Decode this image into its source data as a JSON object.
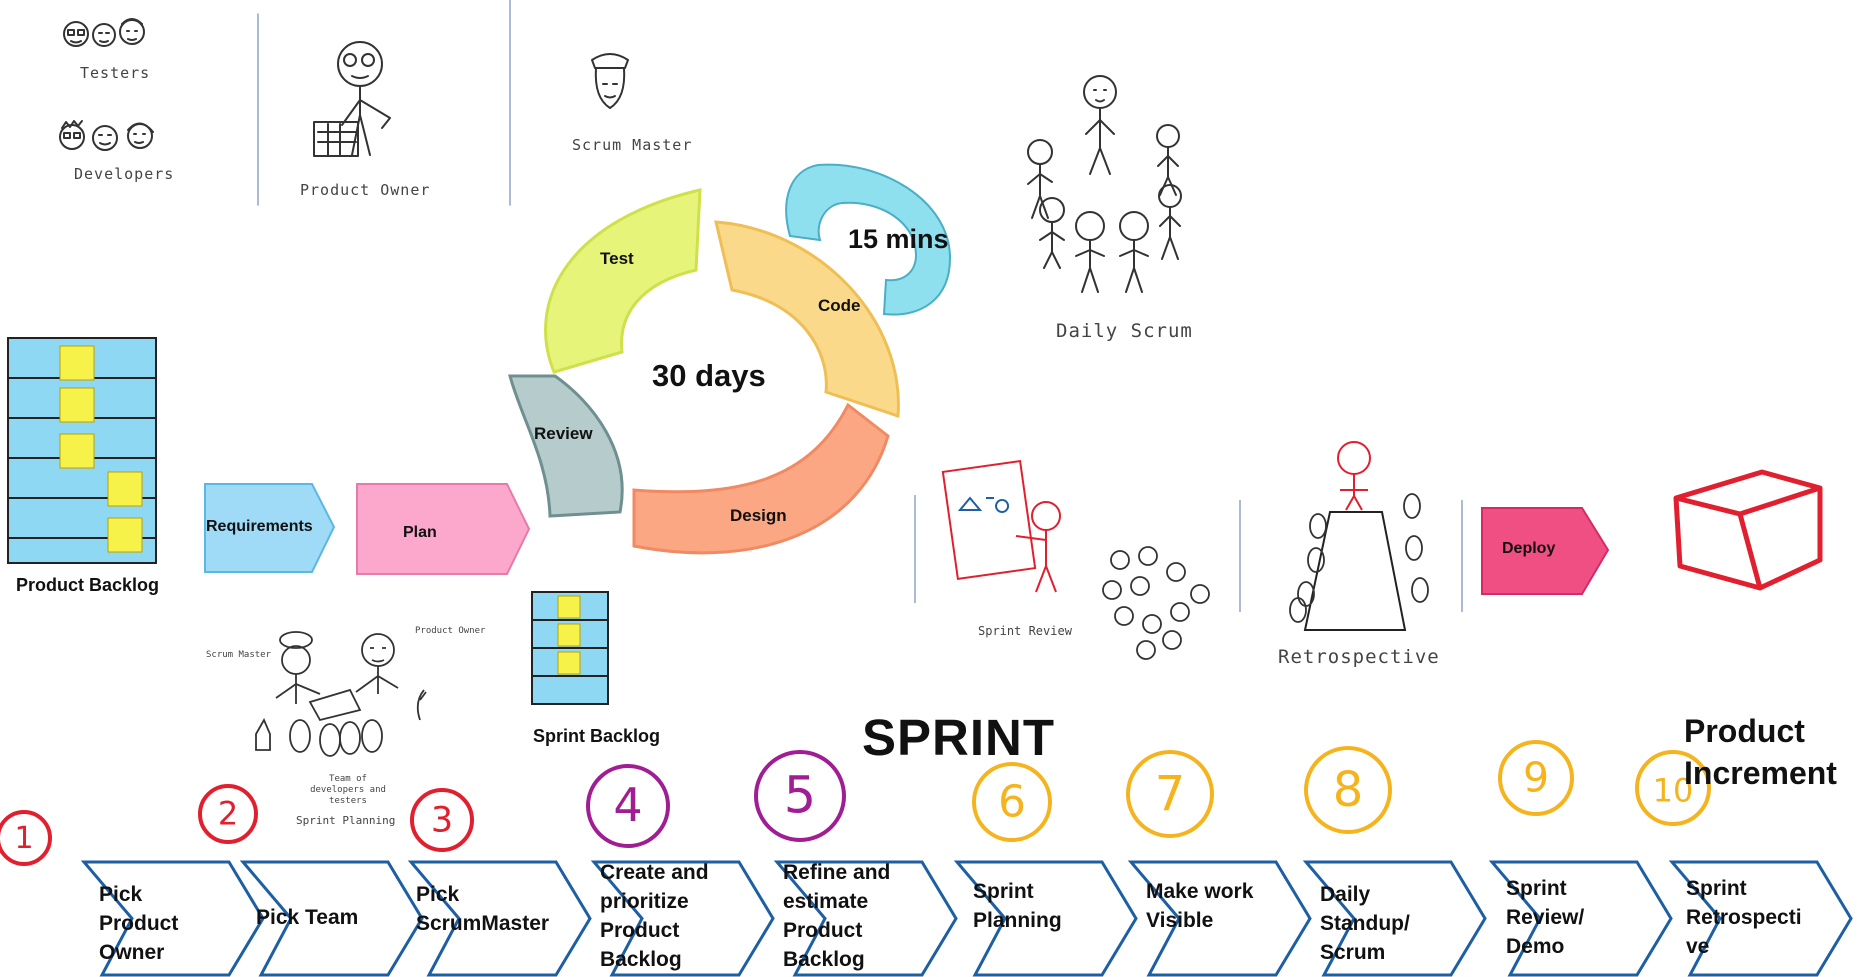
{
  "roles": {
    "testers": "Testers",
    "developers": "Developers",
    "product_owner": "Product Owner",
    "scrum_master": "Scrum Master"
  },
  "cycle": {
    "center": "30 days",
    "segments": [
      "Test",
      "Code",
      "Design",
      "Review"
    ],
    "timer": "15 mins"
  },
  "daily_scrum": "Daily Scrum",
  "flow": {
    "product_backlog": "Product Backlog",
    "requirements": "Requirements",
    "plan": "Plan",
    "sprint_backlog": "Sprint Backlog",
    "deploy": "Deploy"
  },
  "sprint_planning": {
    "scrum_master": "Scrum Master",
    "product_owner": "Product Owner",
    "team": "Team of developers and testers",
    "caption": "Sprint Planning"
  },
  "sprint_review": "Sprint Review",
  "retrospective": "Retrospective",
  "sprint_title": "SPRINT",
  "product_increment": "Product Increment",
  "colors": {
    "test": "#e6f57a",
    "code": "#fbd98a",
    "design": "#fba784",
    "review": "#b6cbcc",
    "timer": "#8ee0ee",
    "requirements": "#9fdaf7",
    "plan": "#fca7cc",
    "deploy": "#f04f84",
    "step_arrow": "#1d5fa3",
    "num_red": "#e0202e",
    "num_purple": "#a01d94",
    "num_orange": "#f5b41e",
    "backlog_board": "#8fd8f4",
    "sticky": "#f7f24a"
  },
  "steps": [
    {
      "number": "1",
      "label": "Pick\nProduct\nOwner"
    },
    {
      "number": "2",
      "label": "Pick Team"
    },
    {
      "number": "3",
      "label": "Pick\nScrumMaster"
    },
    {
      "number": "4",
      "label": "Create and\nprioritize\nProduct\nBacklog"
    },
    {
      "number": "5",
      "label": "Refine and\nestimate\nProduct\nBacklog"
    },
    {
      "number": "6",
      "label": "Sprint\nPlanning"
    },
    {
      "number": "7",
      "label": "Make work\nVisible"
    },
    {
      "number": "8",
      "label": "Daily\nStandup/\nScrum"
    },
    {
      "number": "9",
      "label": "Sprint\nReview/\nDemo"
    },
    {
      "number": "10",
      "label": "Sprint\nRetrospecti\nve"
    }
  ]
}
